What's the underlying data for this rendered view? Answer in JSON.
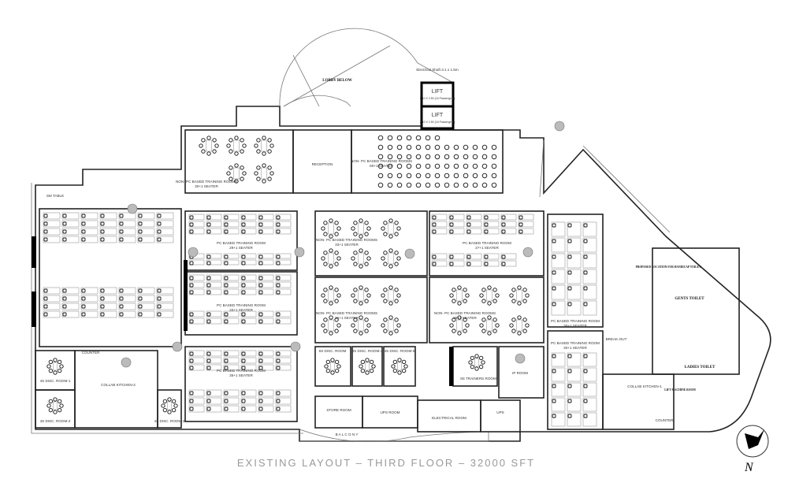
{
  "title": "EXISTING LAYOUT  –  THIRD FLOOR  –  32000 SFT",
  "north": "N",
  "rooms": {
    "lobby": "LOBBY BELOW",
    "elec_shaft": "Electrical Shaft 3.1 x 1.5m",
    "lift1": "LIFT",
    "lift1_dim": "2.10 X 2.50 (16 Passengers)",
    "lift2": "LIFT",
    "lift2_dim": "2.10 X 2.50 (16 Passengers)",
    "top_left_room": "NON- PC BASED TRAINING ROOMS",
    "top_left_seats": "30+1 SEATER",
    "reception": "RECEPTION",
    "top_right_room": "NON- PC BASED TRAINING ROOMS",
    "top_right_seats": "60+1 SEATER",
    "sm_table": "SM TABLE",
    "pc29": "PC BASED TRAINING ROOM",
    "pc29_seats": "29+1 SEATER",
    "pc33": "PC BASED TRAINING ROOM",
    "pc33_seats": "33+1 SEATER",
    "pc35": "PC BASED TRAINING ROOM",
    "pc35_seats": "35+1 SEATER",
    "npc33": "NON- PC BASED TRAINING ROOMS",
    "npc33_seats": "33+1 SEATER",
    "pc27": "PC BASED TRAINING ROOM",
    "pc27_seats": "27+1 SEATER",
    "npc36a": "NON- PC BASED TRAINING ROOMS",
    "npc36a_seats": "36+1 SEATER",
    "npc36b": "NON- PC BASED TRAINING ROOMS",
    "npc36b_seats": "36+1 SEATER",
    "disc6": "6S DISC. ROOM",
    "disc4a": "4S DISC. ROOM-4",
    "disc4b": "4S DISC. ROOM-5",
    "trainers": "8S TRAINERS ROOM",
    "ip": "IP ROOM",
    "store": "STORE ROOM",
    "ups_room": "UPS ROOM",
    "electrical": "ELECTRICAL ROOM",
    "ups": "UPS",
    "balcony": "B A L C O N Y",
    "pc30a": "PC BASED TRAINING ROOM",
    "pc30a_seats": "30+1 SEATER",
    "pc30b": "PC BASED TRAINING ROOM",
    "pc30b_seats": "30+1 SEATER",
    "breakout": "BREAK-OUT",
    "handicap": "PROPOSED LOCATION FOR HANDICAP TOILET",
    "gents": "GENTS TOILET",
    "ladies": "LADIES TOILET",
    "lift_machine": "LIFT MACHINE ROOM",
    "kitchen1": "COLLAB KITCHEN-1",
    "counter1": "COUNTER",
    "kitchen2": "COLLAB KITCHEN-2",
    "counter2": "COUNTER",
    "disc1": "4S DISC. ROOM-1",
    "disc2": "4S DISC. ROOM-2",
    "disc3": "4S DISC. ROOM-3"
  }
}
